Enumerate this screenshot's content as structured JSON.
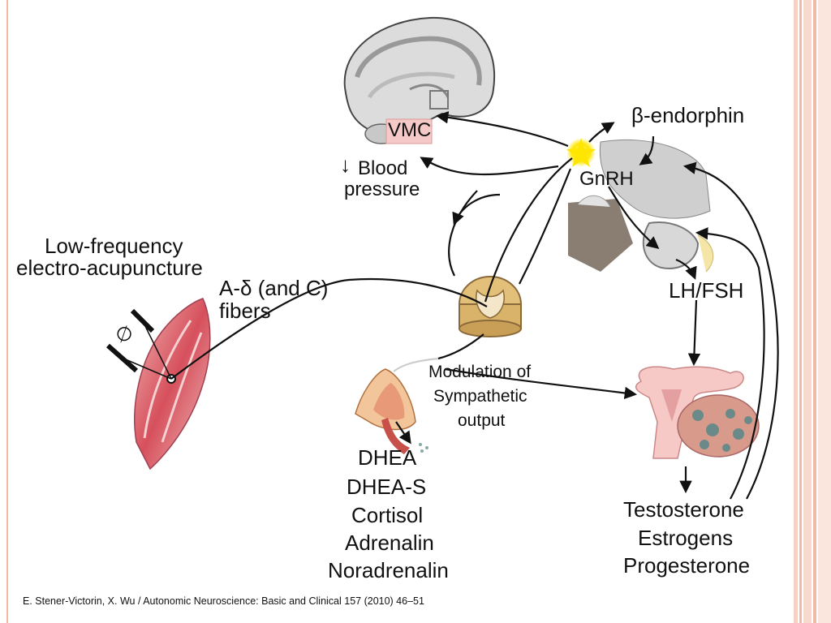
{
  "labels": {
    "vmc": "VMC",
    "blood_arrow": "↓",
    "blood_pressure_1": "Blood",
    "blood_pressure_2": "pressure",
    "beta_endorphin": "β-endorphin",
    "gnrh": "GnRH",
    "lf_ea_1": "Low-frequency",
    "lf_ea_2": "electro-acupuncture",
    "fibers_1": "A-δ (and C)",
    "fibers_2": "fibers",
    "lh_fsh": "LH/FSH",
    "modulation_1": "Modulation of",
    "modulation_2": "Sympathetic",
    "modulation_3": "output",
    "adrenal_hormones": [
      "DHEA",
      "DHEA-S",
      "Cortisol",
      "Adrenalin",
      "Noradrenalin"
    ],
    "ovarian_hormones": [
      "Testosterone",
      "Estrogens",
      "Progesterone"
    ],
    "electrode_symbol": "∅"
  },
  "caption": "E. Stener-Victorin, X. Wu / Autonomic Neuroscience: Basic and Clinical 157 (2010) 46–51",
  "colors": {
    "frame": "#f2b9a6",
    "vmc_box": "#f6c9c9",
    "muscle": "#d9606a",
    "brain": "#cfcfcf",
    "star": "#ffe600"
  }
}
